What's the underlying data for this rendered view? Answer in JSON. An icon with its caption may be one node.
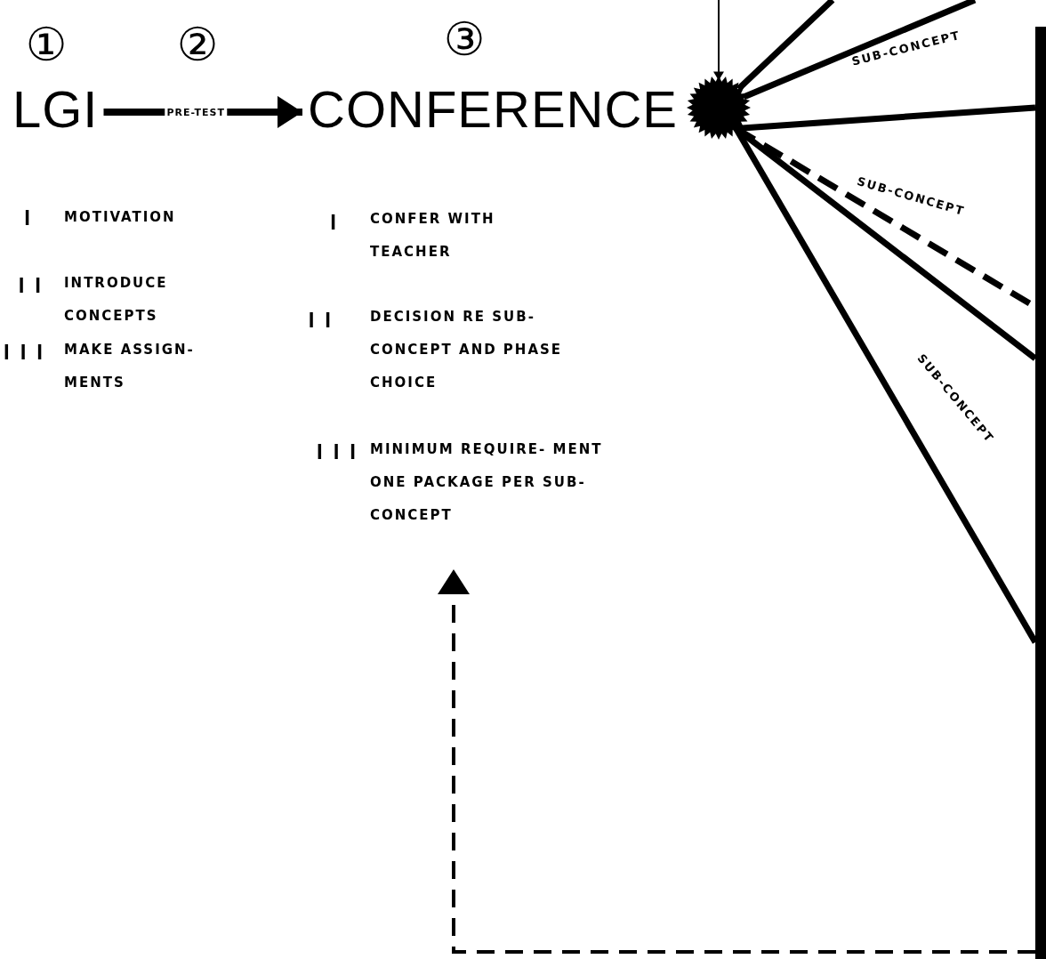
{
  "diagram": {
    "nodes": [
      {
        "text": [
          "LGI"
        ]
      },
      {
        "text": [
          "CONFERENCE"
        ]
      },
      {
        "text": [],
        "shape": "star"
      },
      {
        "text": [],
        "shape": "bar"
      }
    ],
    "edges": [
      {
        "from": 0,
        "to": 1,
        "arrow": "to",
        "label": "PRE-TEST"
      },
      {
        "from": null,
        "to": 2,
        "arrow": "to"
      },
      {
        "from": 2,
        "to": null,
        "arrow": "none"
      },
      {
        "from": 2,
        "to": null,
        "arrow": "none"
      },
      {
        "from": 2,
        "to": 3,
        "arrow": "none"
      },
      {
        "from": 2,
        "to": 3,
        "arrow": "none",
        "style": "dashed"
      },
      {
        "from": 2,
        "to": 3,
        "arrow": "none"
      },
      {
        "from": 2,
        "to": 3,
        "arrow": "none"
      },
      {
        "from": 3,
        "to": null,
        "arrow": "to",
        "style": "dashed"
      }
    ],
    "labels": [
      "①",
      "②",
      "③",
      "SUB-CONCEPT",
      "SUB-CONCEPT",
      "I",
      "MOTIVATION",
      "I",
      "CONFER WITH TEACHER",
      "II",
      "INTRODUCE CONCEPTS",
      "II",
      "DECISION RE SUB- CONCEPT AND PHASE CHOICE",
      "SUB-CONCEPT",
      "III",
      "MAKE ASSIGN- MENTS",
      "III",
      "MINIMUM REQUIRE- MENT ONE PACKAGE PER SUB-CONCEPT"
    ]
  }
}
